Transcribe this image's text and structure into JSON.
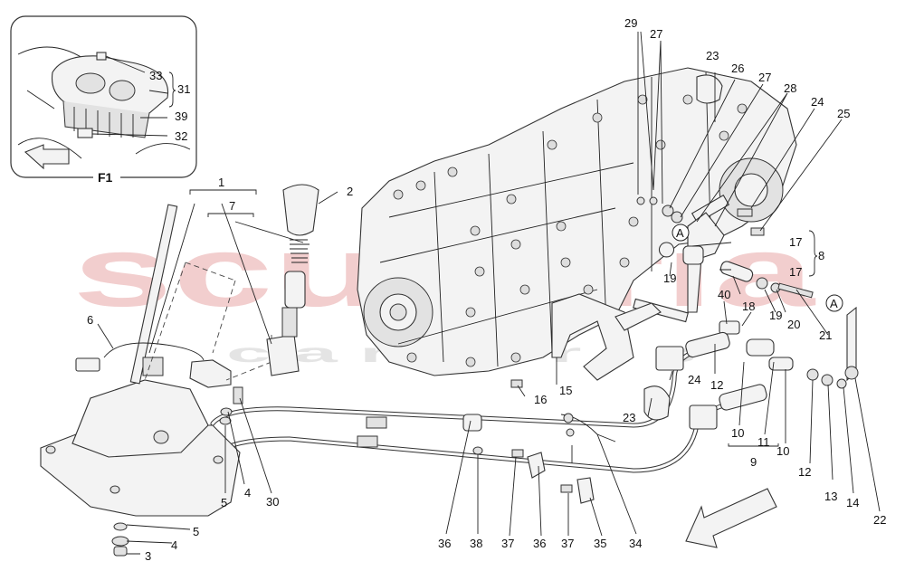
{
  "watermark": {
    "main": "scuderia",
    "sub": "c a r p a r t s",
    "color": "#e8a7a7"
  },
  "inset": {
    "label": "F1"
  },
  "callouts": [
    {
      "id": "c29",
      "text": "29"
    },
    {
      "id": "c27a",
      "text": "27"
    },
    {
      "id": "c23a",
      "text": "23"
    },
    {
      "id": "c26",
      "text": "26"
    },
    {
      "id": "c27b",
      "text": "27"
    },
    {
      "id": "c28",
      "text": "28"
    },
    {
      "id": "c24a",
      "text": "24"
    },
    {
      "id": "c25",
      "text": "25"
    },
    {
      "id": "c33",
      "text": "33"
    },
    {
      "id": "c31",
      "text": "31"
    },
    {
      "id": "c39",
      "text": "39"
    },
    {
      "id": "c32",
      "text": "32"
    },
    {
      "id": "c1",
      "text": "1"
    },
    {
      "id": "c2",
      "text": "2"
    },
    {
      "id": "c7",
      "text": "7"
    },
    {
      "id": "c6",
      "text": "6"
    },
    {
      "id": "cA1",
      "text": "A"
    },
    {
      "id": "c17a",
      "text": "17"
    },
    {
      "id": "c8",
      "text": "8"
    },
    {
      "id": "c17b",
      "text": "17"
    },
    {
      "id": "c19a",
      "text": "19"
    },
    {
      "id": "c18",
      "text": "18"
    },
    {
      "id": "c19b",
      "text": "19"
    },
    {
      "id": "c20",
      "text": "20"
    },
    {
      "id": "c40",
      "text": "40"
    },
    {
      "id": "cA2",
      "text": "A"
    },
    {
      "id": "c21",
      "text": "21"
    },
    {
      "id": "c24b",
      "text": "24"
    },
    {
      "id": "c12a",
      "text": "12"
    },
    {
      "id": "c16",
      "text": "16"
    },
    {
      "id": "c15",
      "text": "15"
    },
    {
      "id": "c23b",
      "text": "23"
    },
    {
      "id": "c10a",
      "text": "10"
    },
    {
      "id": "c11",
      "text": "11"
    },
    {
      "id": "c10b",
      "text": "10"
    },
    {
      "id": "c9",
      "text": "9"
    },
    {
      "id": "c12b",
      "text": "12"
    },
    {
      "id": "c13",
      "text": "13"
    },
    {
      "id": "c14",
      "text": "14"
    },
    {
      "id": "c22",
      "text": "22"
    },
    {
      "id": "c5a",
      "text": "5"
    },
    {
      "id": "c4a",
      "text": "4"
    },
    {
      "id": "c30",
      "text": "30"
    },
    {
      "id": "c5b",
      "text": "5"
    },
    {
      "id": "c4b",
      "text": "4"
    },
    {
      "id": "c3",
      "text": "3"
    },
    {
      "id": "c36a",
      "text": "36"
    },
    {
      "id": "c38",
      "text": "38"
    },
    {
      "id": "c37a",
      "text": "37"
    },
    {
      "id": "c36b",
      "text": "36"
    },
    {
      "id": "c37b",
      "text": "37"
    },
    {
      "id": "c35",
      "text": "35"
    },
    {
      "id": "c34",
      "text": "34"
    }
  ]
}
